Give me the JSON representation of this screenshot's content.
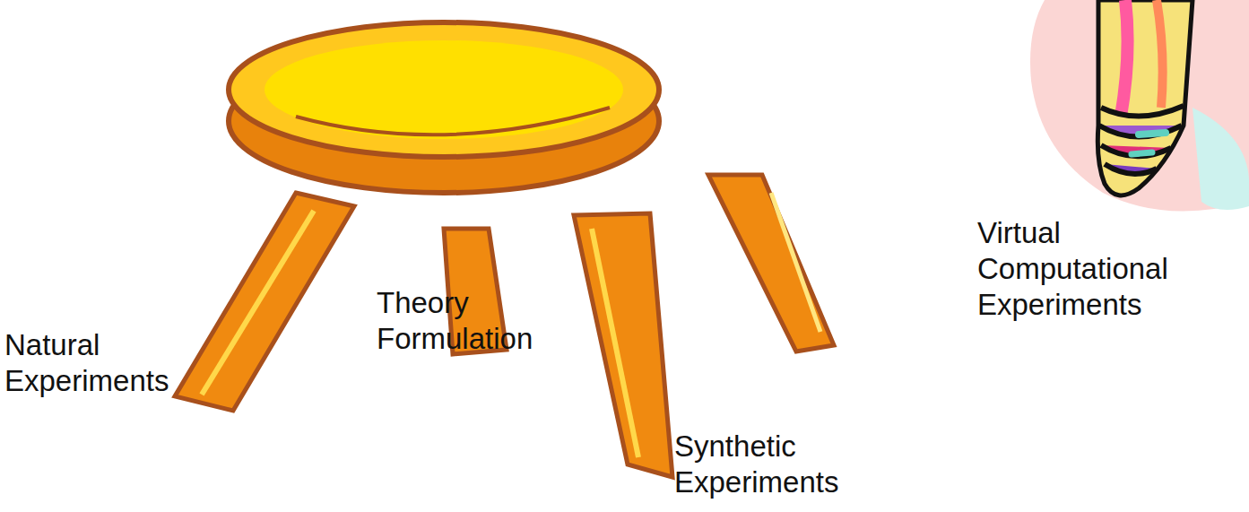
{
  "diagram": {
    "labels": [
      "Natural Experiments",
      "Theory Formulation",
      "Synthetic Experiments",
      "Virtual Computational Experiments"
    ]
  }
}
